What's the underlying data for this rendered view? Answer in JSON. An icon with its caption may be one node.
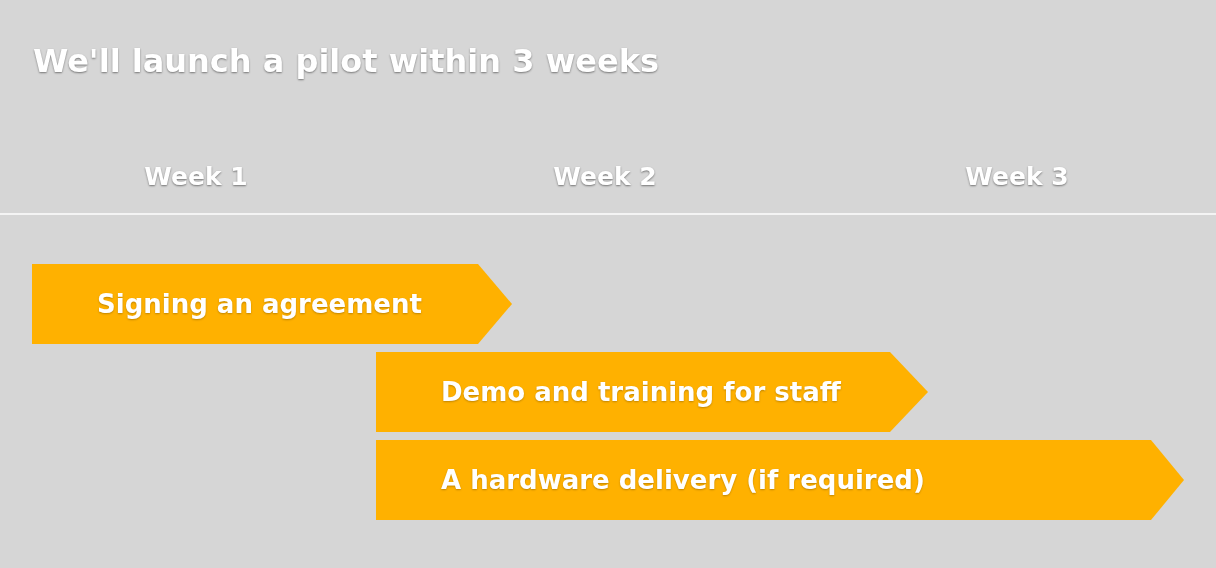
{
  "diagram": {
    "title": "We'll launch a pilot within 3 weeks",
    "nodes": [
      {
        "text": [
          "Signing an agreement"
        ]
      },
      {
        "text": [
          "Demo and training for staff"
        ]
      },
      {
        "text": [
          "A hardware delivery (if required)"
        ]
      }
    ],
    "labels": [
      "Week 1",
      "Week 2",
      "Week 3"
    ]
  }
}
